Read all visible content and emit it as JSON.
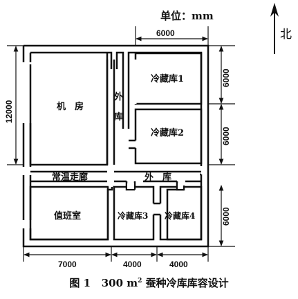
{
  "header": {
    "unit": "单位：mm",
    "north": "北"
  },
  "rooms": {
    "machine": "机　房",
    "cold1": "冷藏库1",
    "cold2": "冷藏库2",
    "outer_v1": "外",
    "outer_v2": "库",
    "corridor": "常温走廊",
    "outer_h": "外　库",
    "duty": "值班室",
    "cold3": "冷藏库3",
    "cold4": "冷藏库4"
  },
  "dimensions": {
    "top": "6000",
    "left": "12000",
    "right1": "6000",
    "right2": "6000",
    "right3": "6000",
    "bottom1": "7000",
    "bottom2": "4000",
    "bottom3": "4000"
  },
  "caption": {
    "prefix": "图 1",
    "area": "300 m",
    "sup": "2",
    "title": "蚕种冷库库容设计"
  }
}
